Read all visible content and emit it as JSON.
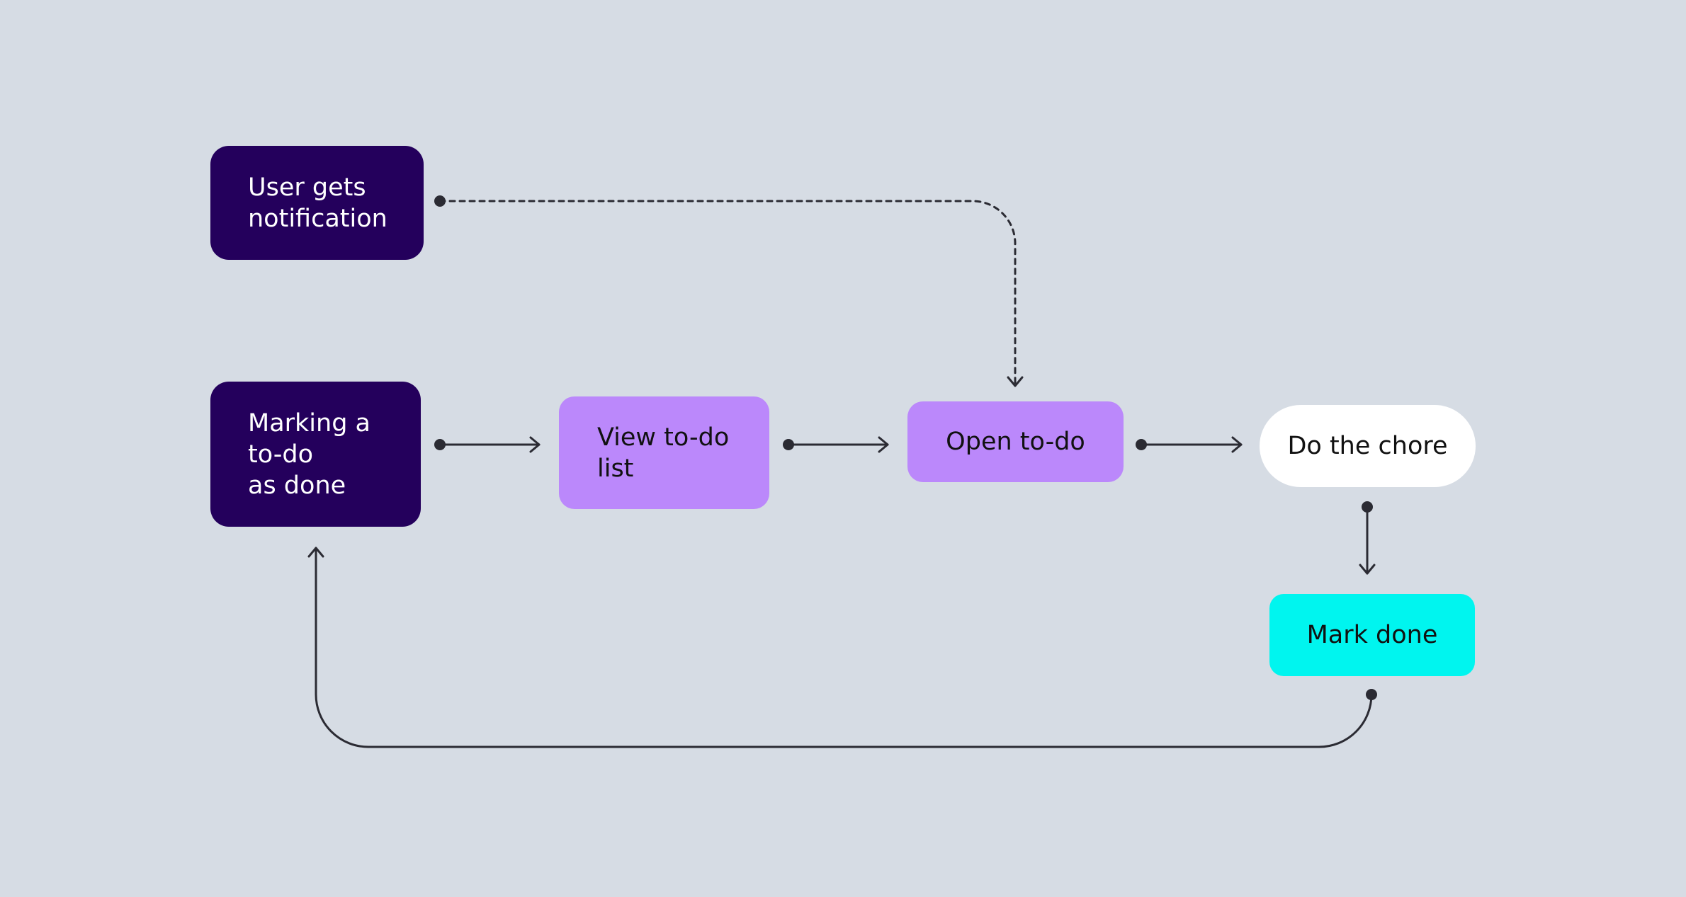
{
  "diagram": {
    "title": "",
    "colors": {
      "background": "#d6dce4",
      "dark_node": "#24005c",
      "purple_node": "#bb88fb",
      "white_node": "#ffffff",
      "cyan_node": "#00f5ef",
      "connector": "#2b2b33"
    },
    "nodes": {
      "notification": "User gets\nnotification",
      "marking": "Marking a\nto-do\nas done",
      "view_list": "View to-do\nlist",
      "open_todo": "Open to-do",
      "do_chore": "Do the chore",
      "mark_done": "Mark done"
    },
    "edges": [
      {
        "from": "User gets notification",
        "to": "Open to-do",
        "style": "dotted"
      },
      {
        "from": "Marking a to-do as done",
        "to": "View to-do list",
        "style": "solid"
      },
      {
        "from": "View to-do list",
        "to": "Open to-do",
        "style": "solid"
      },
      {
        "from": "Open to-do",
        "to": "Do the chore",
        "style": "solid"
      },
      {
        "from": "Do the chore",
        "to": "Mark done",
        "style": "solid"
      },
      {
        "from": "Mark done",
        "to": "Marking a to-do as done",
        "style": "solid"
      }
    ]
  }
}
